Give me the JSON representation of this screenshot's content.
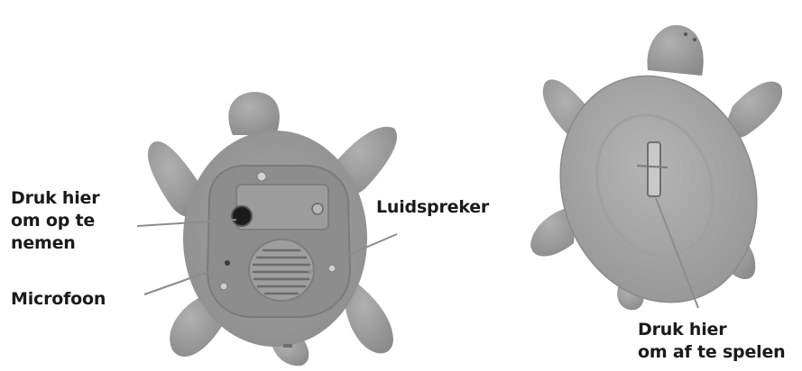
{
  "labels": {
    "record": {
      "lines": [
        "Druk hier",
        "om op te",
        "nemen"
      ]
    },
    "microphone": {
      "text": "Microfoon"
    },
    "speaker": {
      "text": "Luidspreker"
    },
    "play": {
      "lines": [
        "Druk hier",
        "om af te spelen"
      ]
    }
  },
  "colors": {
    "body": "#9a9a9a",
    "body_dark": "#7d7d7d",
    "shell": "#a8a8a8",
    "panel": "#8a8a8a",
    "leader": "#8c8c8c",
    "text": "#1a1a1a"
  }
}
